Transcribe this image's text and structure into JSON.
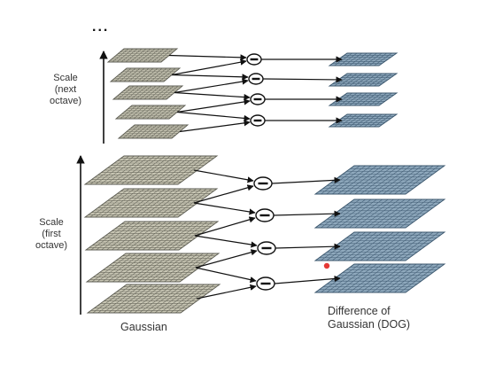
{
  "diagram": {
    "ellipsis": "...",
    "next_octave_label": "Scale\n(next\noctave)",
    "first_octave_label": "Scale\n(first\noctave)",
    "gaussian_label": "Gaussian",
    "dog_label": "Difference of\nGaussian (DOG)",
    "operator_symbol": "−",
    "next_octave": {
      "gaussian_layers": 5,
      "dog_layers": 4
    },
    "first_octave": {
      "gaussian_layers": 5,
      "dog_layers": 4
    },
    "colors": {
      "gaussian_fill": "#c8c6b4",
      "gaussian_grid": "#5a5a50",
      "dog_fill": "#8fa9bd",
      "dog_grid": "#38546b",
      "arrow": "#111111",
      "marker_dot": "#e53935"
    }
  }
}
